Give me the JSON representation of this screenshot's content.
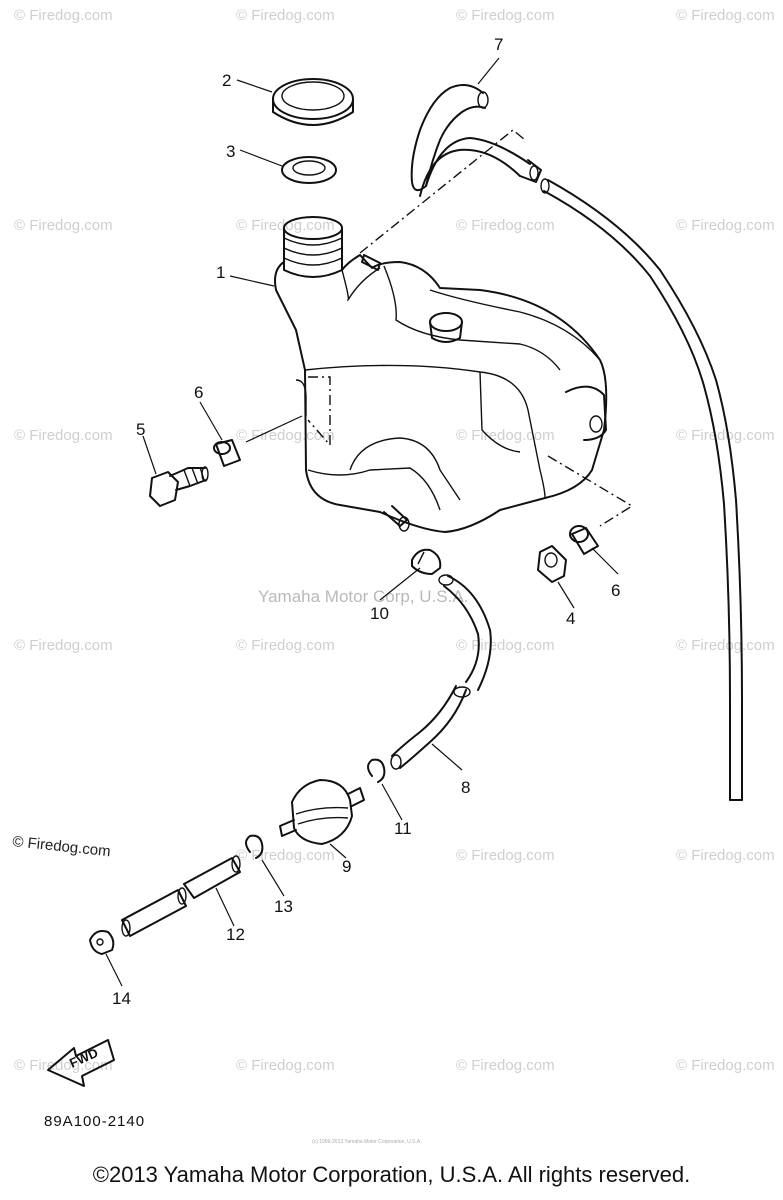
{
  "watermark": "© Firedog.com",
  "center_watermark": "Yamaha Motor Corp, U.S.A.",
  "tiny_watermark": "(c) 1999-2013 Yamaha Motor Corporation, U.S.A.",
  "diagram_code": "89A100-2140",
  "fwd_label": "FWD",
  "copyright": "©2013 Yamaha Motor Corporation, U.S.A. All rights reserved.",
  "callouts": {
    "c1": "1",
    "c2": "2",
    "c3": "3",
    "c4": "4",
    "c5": "5",
    "c6a": "6",
    "c6b": "6",
    "c7": "7",
    "c8": "8",
    "c9": "9",
    "c10": "10",
    "c11": "11",
    "c12": "12",
    "c13": "13",
    "c14": "14"
  }
}
